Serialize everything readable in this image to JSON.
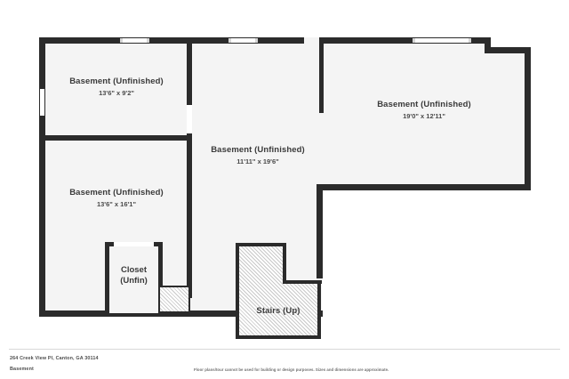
{
  "document": {
    "type": "floor-plan",
    "level_title": "Basement",
    "address": "264 Creek View Pl, Canton, GA 30114",
    "disclaimer": "Floor plans/tour cannot be used for building or design purposes. Sizes and dimensions are approximate.",
    "colors": {
      "wall": "#2b2b2b",
      "floor_fill": "#f4f4f4",
      "background": "#ffffff",
      "label_text": "#3a3a3a",
      "footer_text": "#4d4d4d",
      "hatch_line": "#c9c9c9"
    }
  },
  "rooms": [
    {
      "id": "basement-top-left",
      "name": "Basement (Unfinished)",
      "dimensions": "13'6\" x 9'2\""
    },
    {
      "id": "basement-bottom-left",
      "name": "Basement (Unfinished)",
      "dimensions": "13'6\" x 16'1\""
    },
    {
      "id": "basement-center",
      "name": "Basement (Unfinished)",
      "dimensions": "11'11\" x 19'6\""
    },
    {
      "id": "basement-right",
      "name": "Basement (Unfinished)",
      "dimensions": "19'0\" x 12'11\""
    },
    {
      "id": "closet",
      "name_line1": "Closet",
      "name_line2": "(Unfin)"
    },
    {
      "id": "stairs",
      "name": "Stairs (Up)"
    }
  ]
}
